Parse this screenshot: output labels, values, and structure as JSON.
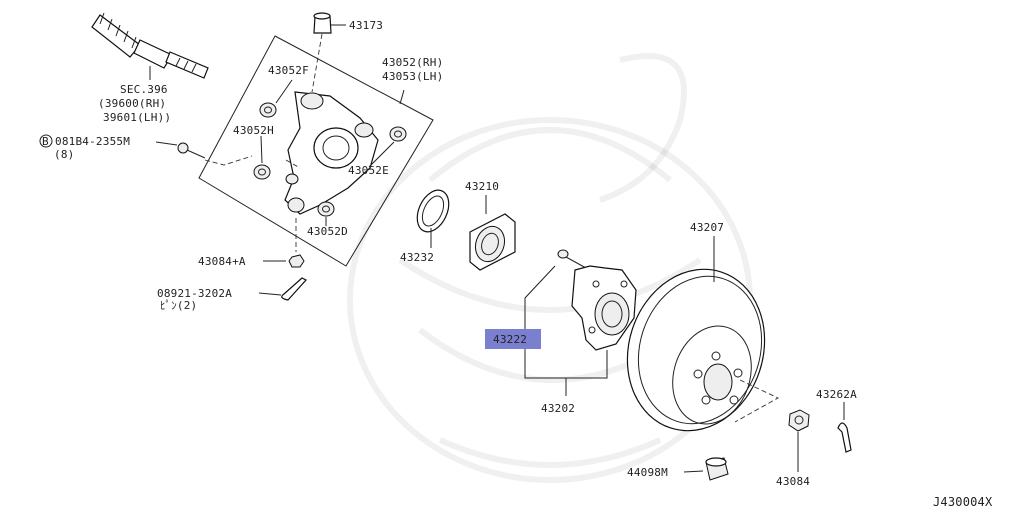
{
  "diagram": {
    "code": "J430004X",
    "highlight_color": "#7b7fd0",
    "parts": {
      "p43173": "43173",
      "p43052": "43052(RH)",
      "p43053": "43053(LH)",
      "p43052F": "43052F",
      "p43052H": "43052H",
      "p43052E": "43052E",
      "p43052D": "43052D",
      "sec_a": "SEC.396",
      "sec_b": "(39600(RH)",
      "sec_c": "39601(LH))",
      "bolt_b": "B",
      "bolt_no": "081B4-2355M",
      "bolt_qty": "(8)",
      "p43084A": "43084+A",
      "pin_a": "08921-3202A",
      "pin_b": "ﾋﾟﾝ(2)",
      "p43232": "43232",
      "p43210": "43210",
      "p43207": "43207",
      "p43222": "43222",
      "p43202": "43202",
      "p43262A": "43262A",
      "p44098M": "44098M",
      "p43084": "43084"
    }
  }
}
